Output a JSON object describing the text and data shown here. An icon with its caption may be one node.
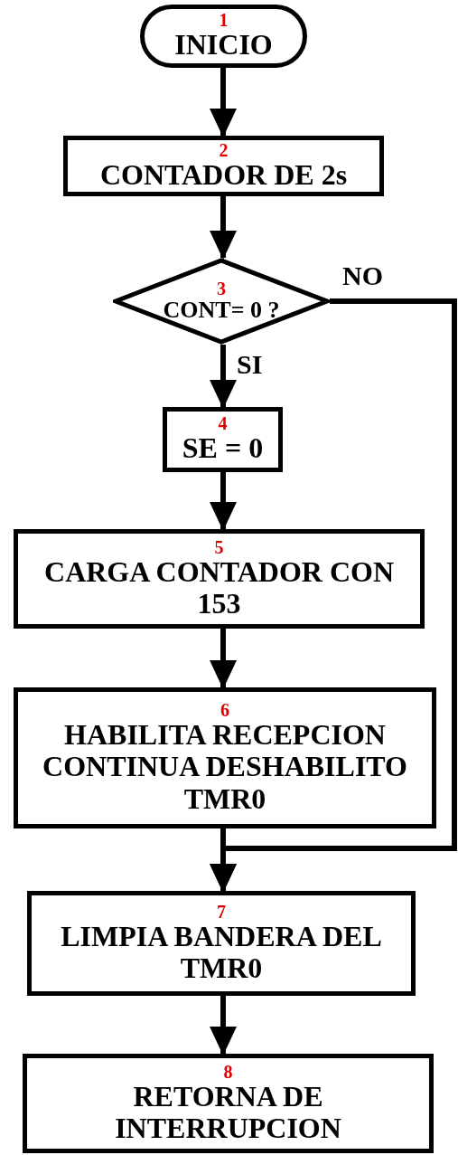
{
  "diagram": {
    "nodes": [
      {
        "text": [
          "1",
          "INICIO"
        ]
      },
      {
        "text": [
          "2",
          "CONTADOR DE 2s"
        ]
      },
      {
        "text": [
          "3",
          "CONT= 0 ?"
        ]
      },
      {
        "text": [
          "4",
          "SE = 0"
        ]
      },
      {
        "text": [
          "5",
          "CARGA CONTADOR CON 153"
        ]
      },
      {
        "text": [
          "6",
          "HABILITA RECEPCION CONTINUA DESHABILITO TMR0"
        ]
      },
      {
        "text": [
          "7",
          "LIMPIA BANDERA DEL TMR0"
        ]
      },
      {
        "text": [
          "8",
          "RETORNA DE INTERRUPCION"
        ]
      }
    ],
    "edges": [
      {
        "from": 0,
        "to": 1,
        "arrow": "to"
      },
      {
        "from": 1,
        "to": 2,
        "arrow": "to"
      },
      {
        "from": 2,
        "to": 3,
        "arrow": "to",
        "label": "SI"
      },
      {
        "from": 3,
        "to": 4,
        "arrow": "to"
      },
      {
        "from": 4,
        "to": 5,
        "arrow": "to"
      },
      {
        "from": 5,
        "to": 6,
        "arrow": "to"
      },
      {
        "from": 6,
        "to": 7,
        "arrow": "to"
      },
      {
        "from": 2,
        "to": 6,
        "arrow": "to",
        "label": "NO"
      }
    ]
  }
}
